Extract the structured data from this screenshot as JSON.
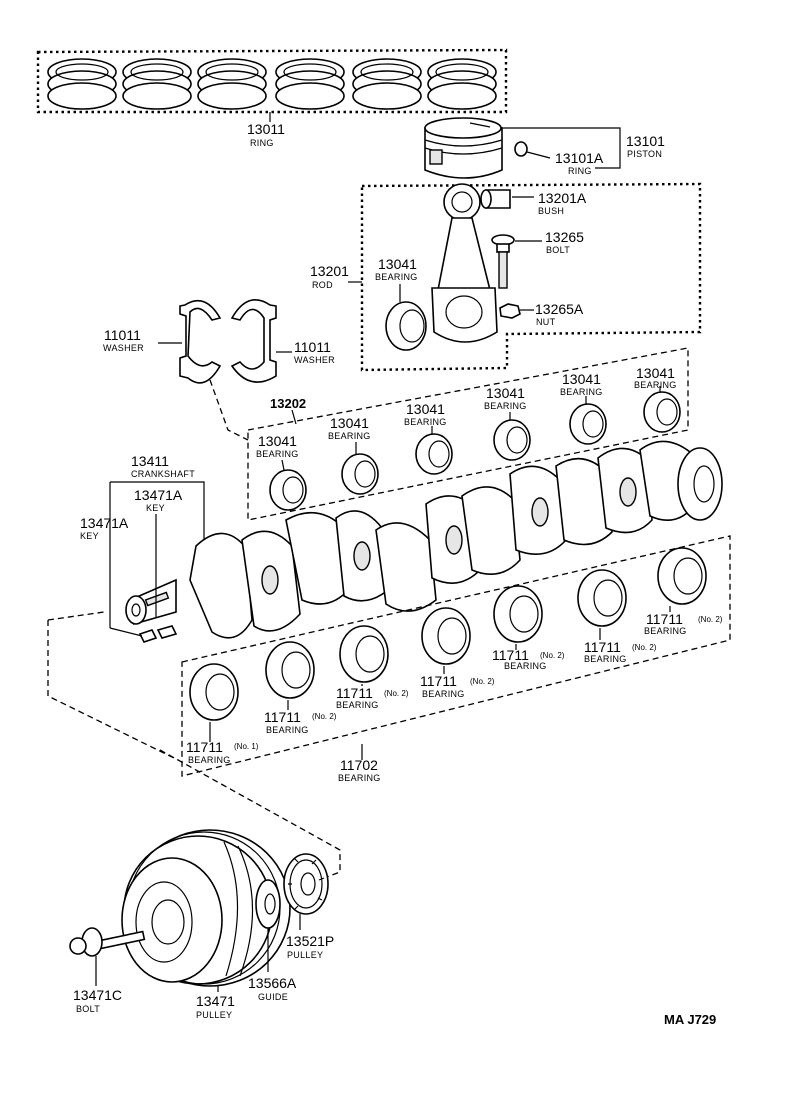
{
  "labels": {
    "ring_set": {
      "number": "13011",
      "name": "RING"
    },
    "piston": {
      "number": "13101",
      "name": "PISTON"
    },
    "piston_ring": {
      "number": "13101A",
      "name": "RING"
    },
    "bush": {
      "number": "13201A",
      "name": "BUSH"
    },
    "rod_bolt": {
      "number": "13265",
      "name": "BOLT"
    },
    "rod": {
      "number": "13201",
      "name": "ROD"
    },
    "rod_bearing": {
      "number": "13041",
      "name": "BEARING"
    },
    "rod_nut": {
      "number": "13265A",
      "name": "NUT"
    },
    "washer_left": {
      "number": "11011",
      "name": "WASHER"
    },
    "washer_right": {
      "number": "11011",
      "name": "WASHER"
    },
    "rod_bearing_set": {
      "number": "13202"
    },
    "rb1": {
      "number": "13041",
      "name": "BEARING"
    },
    "rb2": {
      "number": "13041",
      "name": "BEARING"
    },
    "rb3": {
      "number": "13041",
      "name": "BEARING"
    },
    "rb4": {
      "number": "13041",
      "name": "BEARING"
    },
    "rb5": {
      "number": "13041",
      "name": "BEARING"
    },
    "rb6": {
      "number": "13041",
      "name": "BEARING"
    },
    "crankshaft": {
      "number": "13411",
      "name": "CRANKSHAFT"
    },
    "key_a": {
      "number": "13471A",
      "name": "KEY"
    },
    "key_b": {
      "number": "13471A",
      "name": "KEY"
    },
    "mb1": {
      "number": "11711",
      "note": "(No. 1)",
      "name": "BEARING"
    },
    "mb2": {
      "number": "11711",
      "note": "(No. 2)",
      "name": "BEARING"
    },
    "mb3": {
      "number": "11711",
      "note": "(No. 2)",
      "name": "BEARING"
    },
    "mb4": {
      "number": "11711",
      "note": "(No. 2)",
      "name": "BEARING"
    },
    "mb5": {
      "number": "11711",
      "note": "(No. 2)",
      "name": "BEARING"
    },
    "mb6": {
      "number": "11711",
      "note": "(No. 2)",
      "name": "BEARING"
    },
    "mb7": {
      "number": "11711",
      "note": "(No. 2)",
      "name": "BEARING"
    },
    "main_bearing_set": {
      "number": "11702",
      "name": "BEARING"
    },
    "timing_pulley": {
      "number": "13521P",
      "name": "PULLEY"
    },
    "guide": {
      "number": "13566A",
      "name": "GUIDE"
    },
    "crank_pulley": {
      "number": "13471",
      "name": "PULLEY"
    },
    "pulley_bolt": {
      "number": "13471C",
      "name": "BOLT"
    }
  },
  "diagram_code": "MA  J729"
}
